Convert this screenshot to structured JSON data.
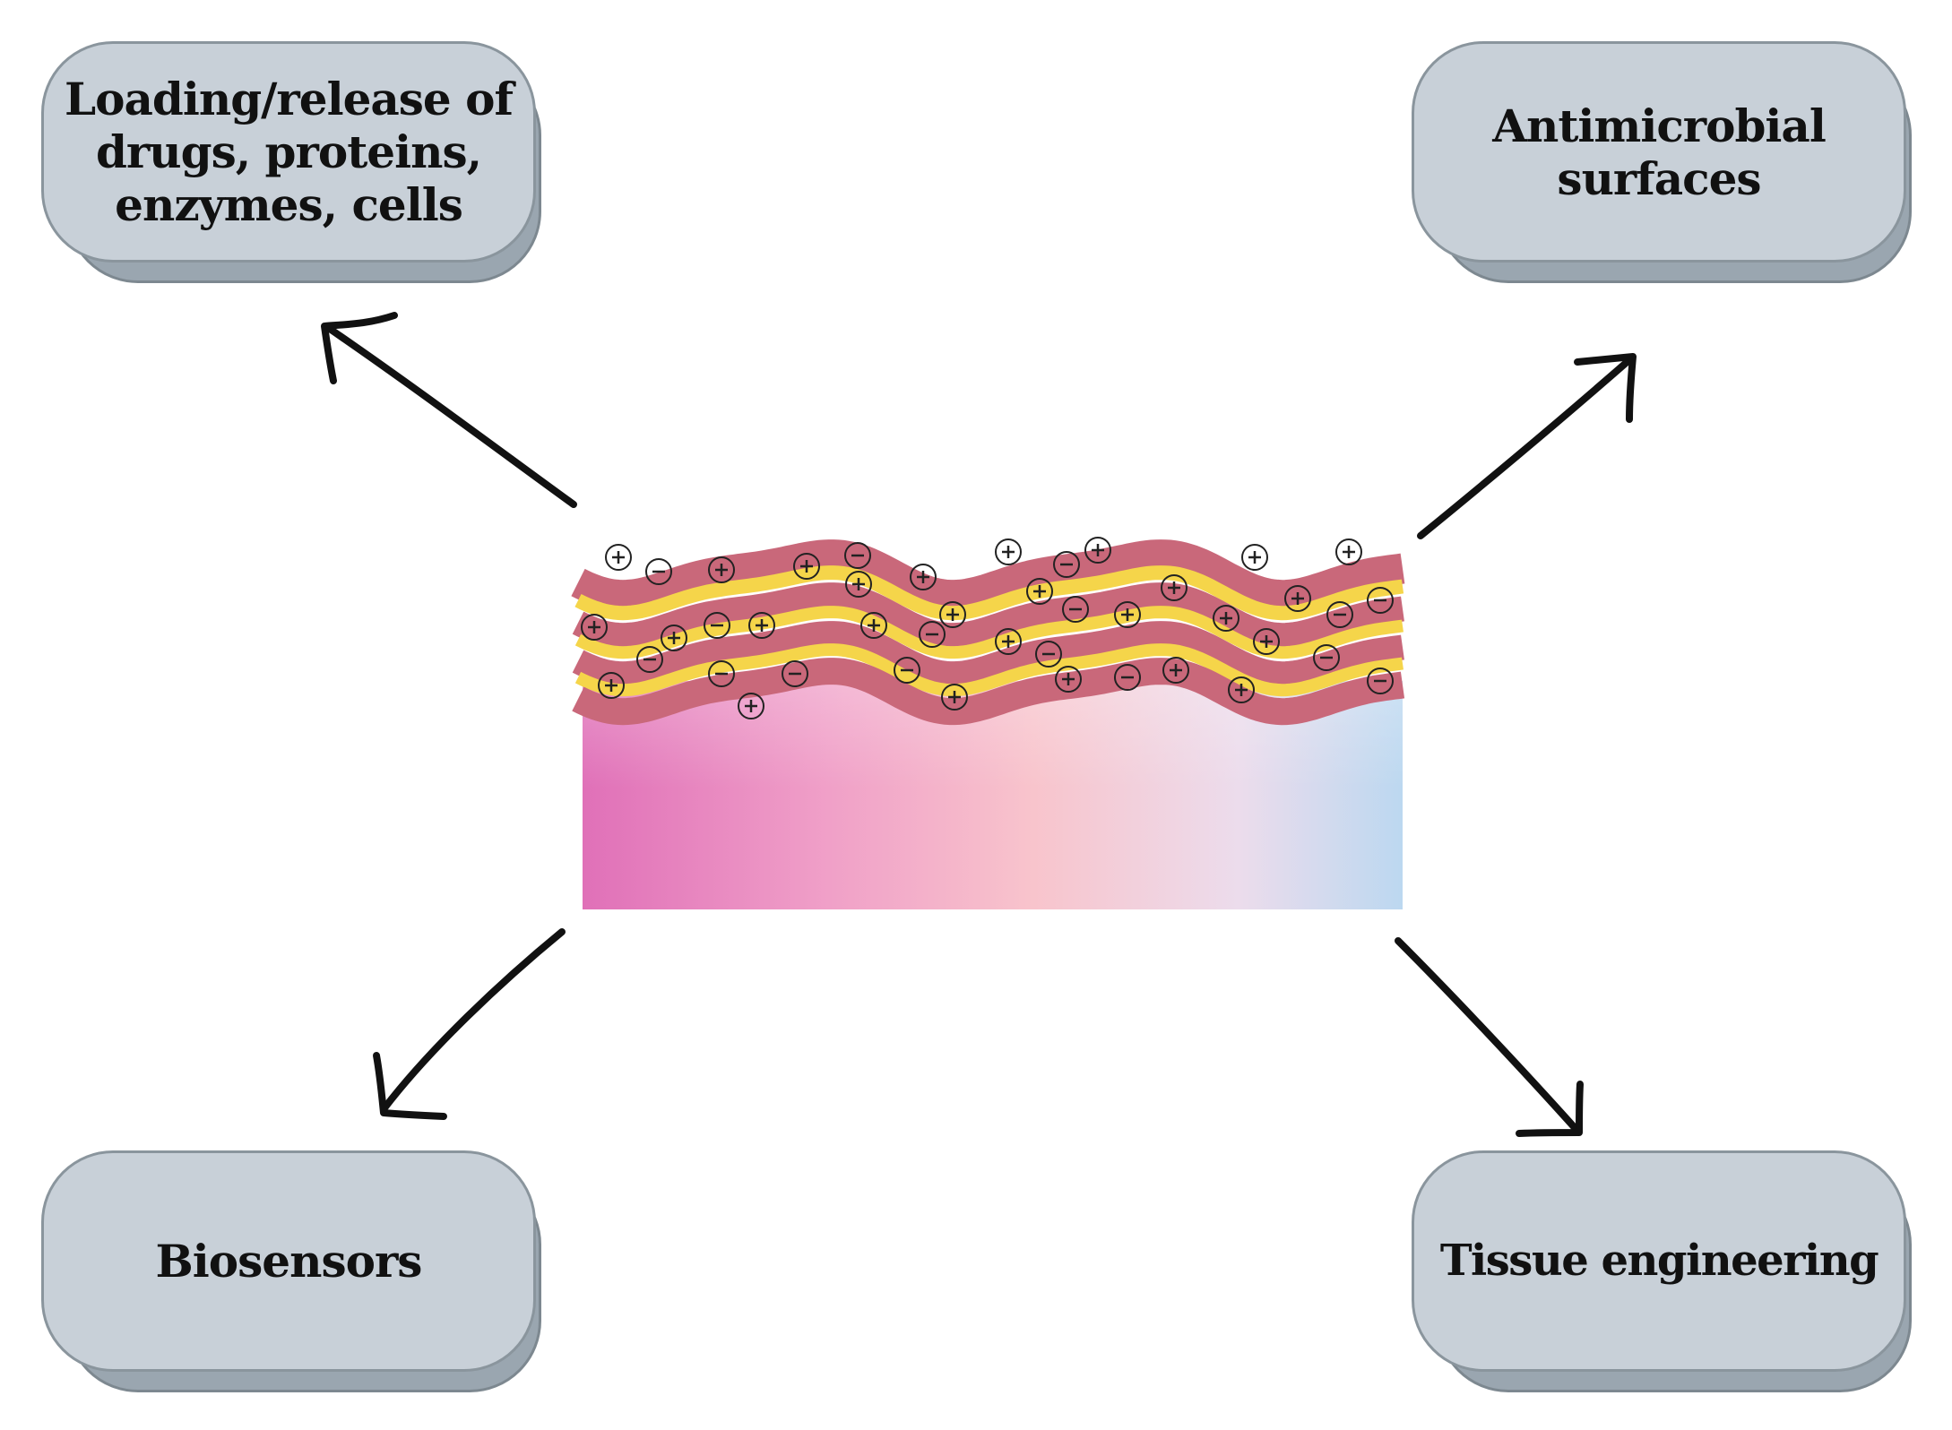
{
  "applications": {
    "top_left": "Loading/release of drugs, proteins, enzymes, cells",
    "top_right": "Antimicrobial surfaces",
    "bottom_left": "Biosensors",
    "bottom_right": "Tissue engineering"
  },
  "charge_symbols": {
    "positive": "+",
    "negative": "−"
  },
  "colors": {
    "box_fill": "#c8d0d8",
    "box_shadow": "#9aa6b0",
    "positive_layer": "#c9687a",
    "negative_layer": "#f5d54a",
    "substrate_left": "#e070b8",
    "substrate_right": "#bcd8f0",
    "arrow": "#111111"
  },
  "icons": {
    "substrate": "coated-substrate-illustration",
    "arrows": "arrow-icon"
  }
}
